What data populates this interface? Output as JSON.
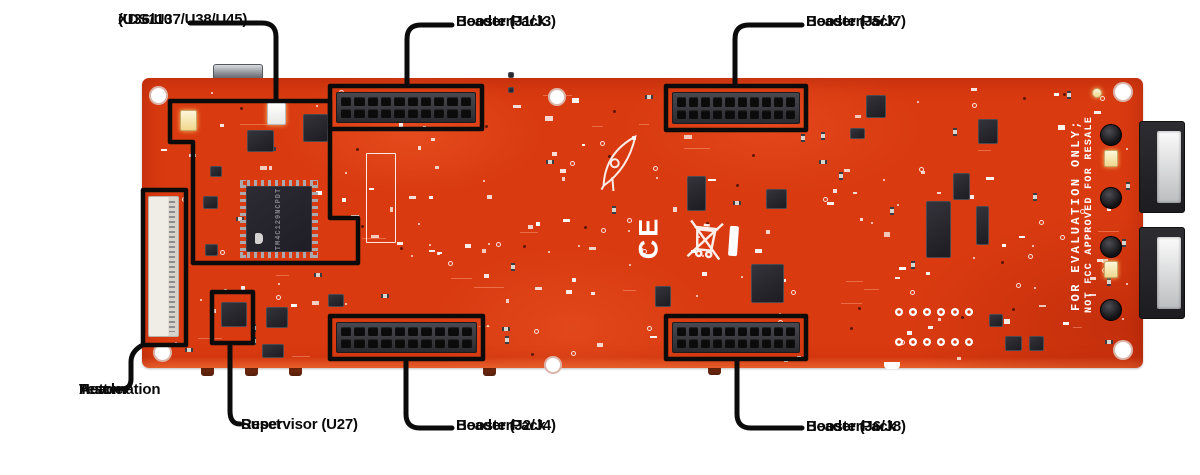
{
  "callouts": [
    {
      "id": "xds110",
      "lines": [
        "XDS110",
        "(U36/U37/U38/U45)"
      ]
    },
    {
      "id": "boosterpack-j1j3",
      "lines": [
        "BoosterPack",
        "Header (J1/J3)"
      ]
    },
    {
      "id": "boosterpack-j5j7",
      "lines": [
        "BoosterPack",
        "Header (J5/J7)"
      ]
    },
    {
      "id": "test-automation",
      "lines": [
        "Test",
        "Automation",
        "Header"
      ]
    },
    {
      "id": "reset-supervisor",
      "lines": [
        "Reset",
        "Supervisor (U27)"
      ]
    },
    {
      "id": "boosterpack-j2j4",
      "lines": [
        "BoosterPack",
        "Header (J2/J4)"
      ]
    },
    {
      "id": "boosterpack-j6j8",
      "lines": [
        "BoosterPack",
        "Header (J6/J8)"
      ]
    }
  ],
  "board": {
    "silkscreen": {
      "eval_line1": "FOR EVALUATION ONLY;",
      "eval_line2": "NOT FCC APPROVED FOR RESALE",
      "ce_mark": "CE",
      "mcu_marking": "TM4C129NCPDT"
    },
    "icons": {
      "weee": "weee-crossed-bin-icon",
      "rocket": "launchpad-rocket-icon",
      "ce": "ce-mark",
      "ti": "ti-logo-icon"
    },
    "colors": {
      "pcb_red": "#d93a10",
      "annotation_black": "#0b0b0b",
      "silkscreen_white": "#ffffff",
      "chip_dark": "#26242b",
      "header_dark": "#3f3e44",
      "led_yellow": "#f3e6b6"
    }
  }
}
